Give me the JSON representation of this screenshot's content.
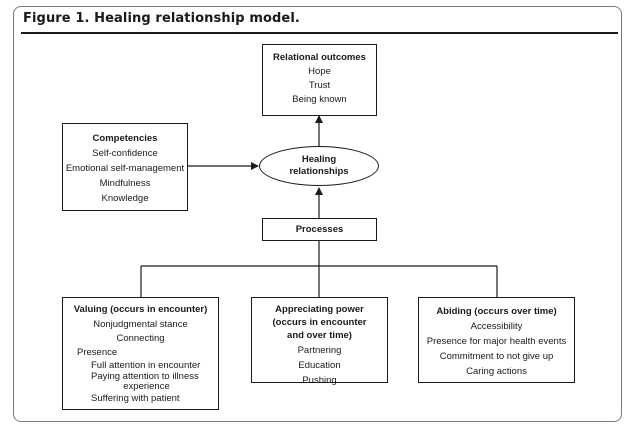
{
  "figure": {
    "title": "Figure 1. Healing relationship model."
  },
  "outcomes": {
    "heading": "Relational outcomes",
    "items": [
      "Hope",
      "Trust",
      "Being known"
    ]
  },
  "competencies": {
    "heading": "Competencies",
    "items": [
      "Self-confidence",
      "Emotional self-management",
      "Mindfulness",
      "Knowledge"
    ]
  },
  "center": {
    "line1": "Healing",
    "line2": "relationships"
  },
  "processes": {
    "heading": "Processes"
  },
  "valuing": {
    "heading": "Valuing (occurs in encounter)",
    "items": [
      "Nonjudgmental stance",
      "Connecting",
      "Presence"
    ],
    "sub": [
      "Full attention in encounter",
      "Paying attention to illness",
      "experience",
      "Suffering with patient"
    ]
  },
  "appreciating": {
    "heading_l1": "Appreciating power",
    "heading_l2": "(occurs in encounter",
    "heading_l3": "and over time)",
    "items": [
      "Partnering",
      "Education",
      "Pushing"
    ]
  },
  "abiding": {
    "heading": "Abiding (occurs over time)",
    "items": [
      "Accessibility",
      "Presence for major health events",
      "Commitment to not give up",
      "Caring actions"
    ]
  }
}
